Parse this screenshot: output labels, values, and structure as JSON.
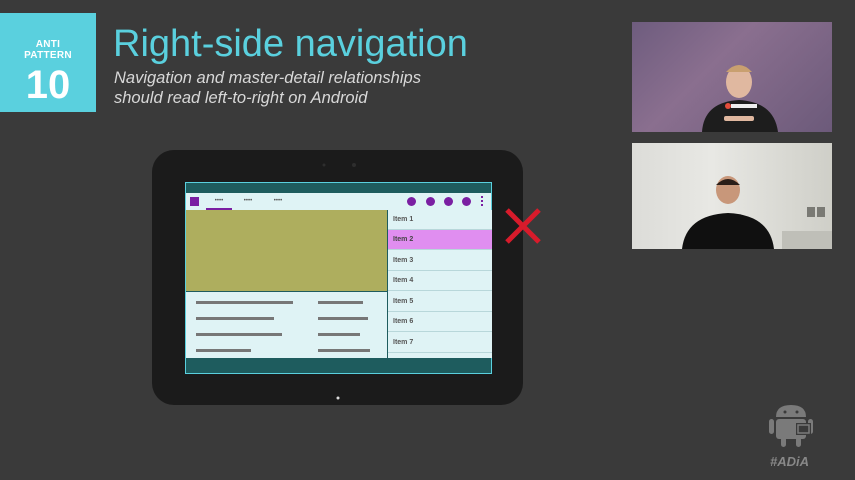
{
  "badge": {
    "line1": "ANTI",
    "line2": "PATTERN",
    "number": "10"
  },
  "slide": {
    "title": "Right-side navigation",
    "subtitle": "Navigation and master-detail relationships should read left-to-right on Android"
  },
  "mock_tablet": {
    "tabs": [
      "••••",
      "••••",
      "••••"
    ],
    "list_items": [
      "Item 1",
      "Item 2",
      "Item 3",
      "Item 4",
      "Item 5",
      "Item 6",
      "Item 7"
    ],
    "selected_item": "Item 2"
  },
  "branding": {
    "hashtag": "#ADiA"
  },
  "colors": {
    "accent": "#5ad0de",
    "purple": "#7a1fa2",
    "selected": "#e08ef0",
    "wrong": "#d81b2b"
  }
}
